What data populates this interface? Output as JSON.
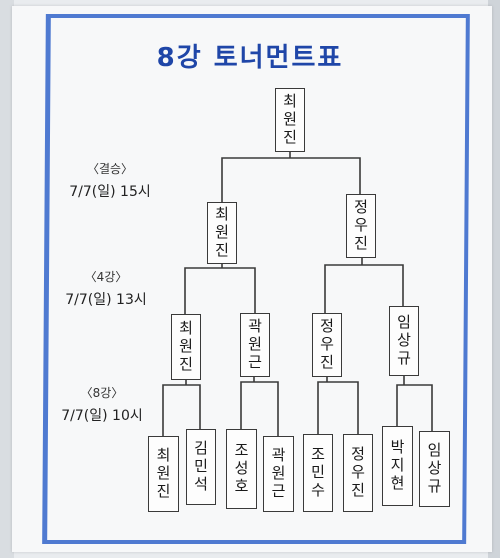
{
  "title": "8강 토너먼트표",
  "rounds": {
    "final": {
      "label": "〈결승〉",
      "time": "7/7(일) 15시"
    },
    "semi": {
      "label": "〈4강〉",
      "time": "7/7(일) 13시"
    },
    "quarter": {
      "label": "〈8강〉",
      "time": "7/7(일) 10시"
    }
  },
  "bracket": {
    "winner": "최원진",
    "finalists": [
      "최원진",
      "정우진"
    ],
    "semifinalists": [
      "최원진",
      "곽원근",
      "정우진",
      "임상규"
    ],
    "quarterfinalists": [
      "최원진",
      "김민석",
      "조성호",
      "곽원근",
      "조민수",
      "정우진",
      "박지현",
      "임상규"
    ]
  },
  "colors": {
    "accent": "#1f46a8",
    "frame": "#4f7ad1",
    "line": "#3a3a3a"
  }
}
